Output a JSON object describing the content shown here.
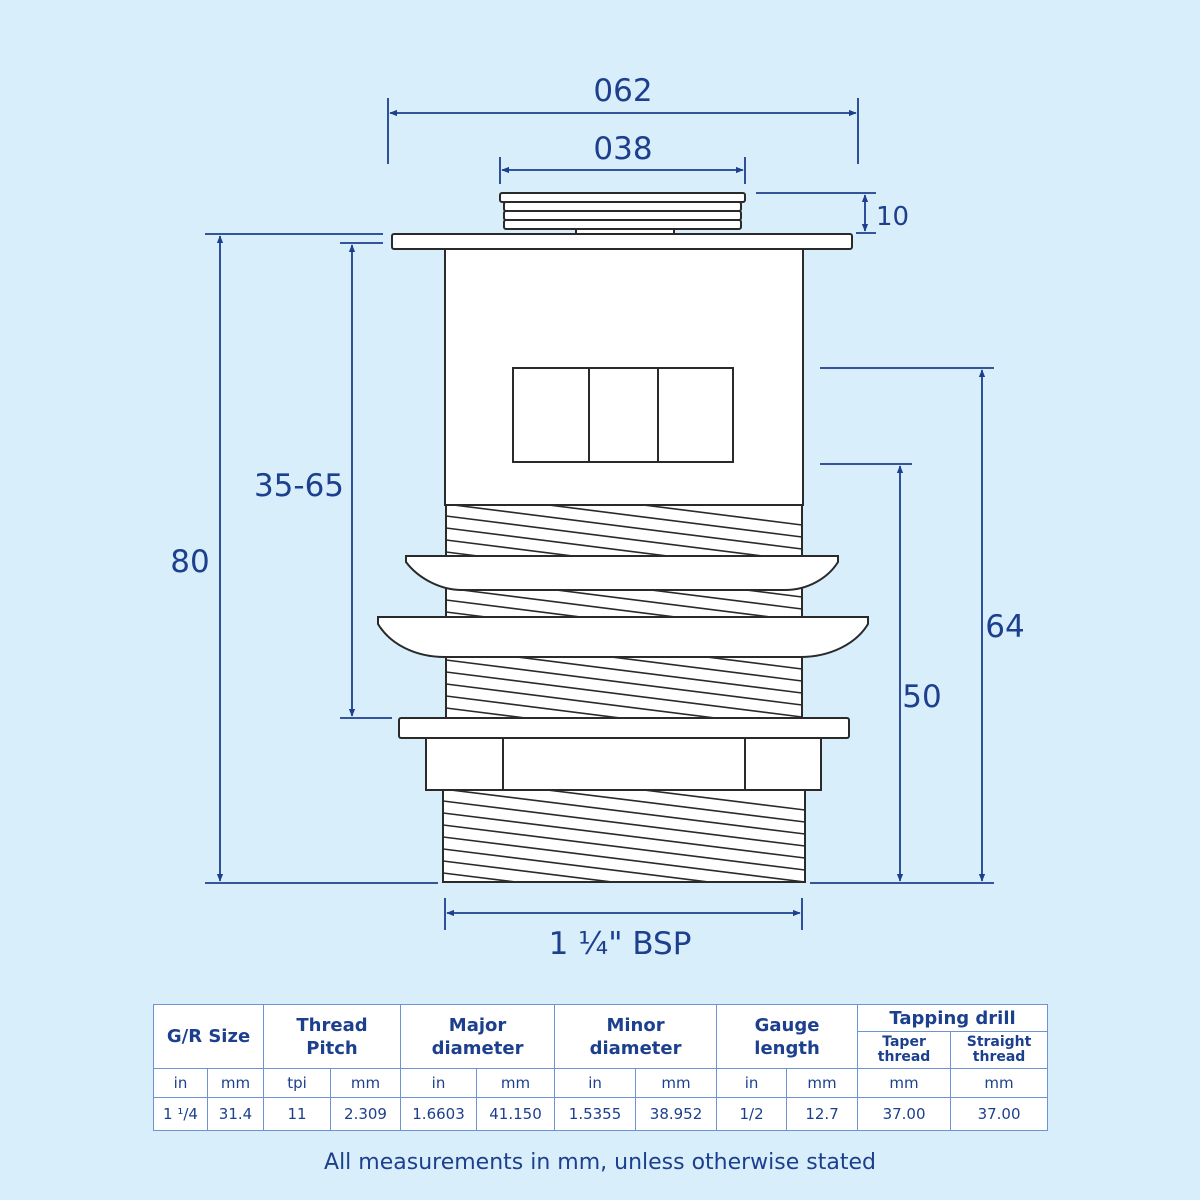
{
  "dimensions": {
    "outer_flange": "062",
    "inner_cap": "038",
    "cap_height": "10",
    "total_height": "80",
    "adjustable_range": "35-65",
    "height_64": "64",
    "height_50": "50",
    "thread_size": "1 ¼\" BSP"
  },
  "table": {
    "headers": {
      "gr_size": "G/R Size",
      "thread_pitch": [
        "Thread",
        "Pitch"
      ],
      "major_diameter": [
        "Major",
        "diameter"
      ],
      "minor_diameter": [
        "Minor",
        "diameter"
      ],
      "gauge_length": [
        "Gauge",
        "length"
      ],
      "tapping_drill": "Tapping drill",
      "taper_thread": [
        "Taper",
        "thread"
      ],
      "straight_thread": [
        "Straight",
        "thread"
      ]
    },
    "units": [
      "in",
      "mm",
      "tpi",
      "mm",
      "in",
      "mm",
      "in",
      "mm",
      "in",
      "mm",
      "mm",
      "mm"
    ],
    "row": [
      "1 ¹/4",
      "31.4",
      "11",
      "2.309",
      "1.6603",
      "41.150",
      "1.5355",
      "38.952",
      "1/2",
      "12.7",
      "37.00",
      "37.00"
    ]
  },
  "footer_note": "All measurements in mm, unless otherwise stated",
  "colors": {
    "background": "#d9eefb",
    "dimension": "#1c3f8e",
    "outline": "#2a2a2a",
    "part_fill": "#ffffff"
  }
}
